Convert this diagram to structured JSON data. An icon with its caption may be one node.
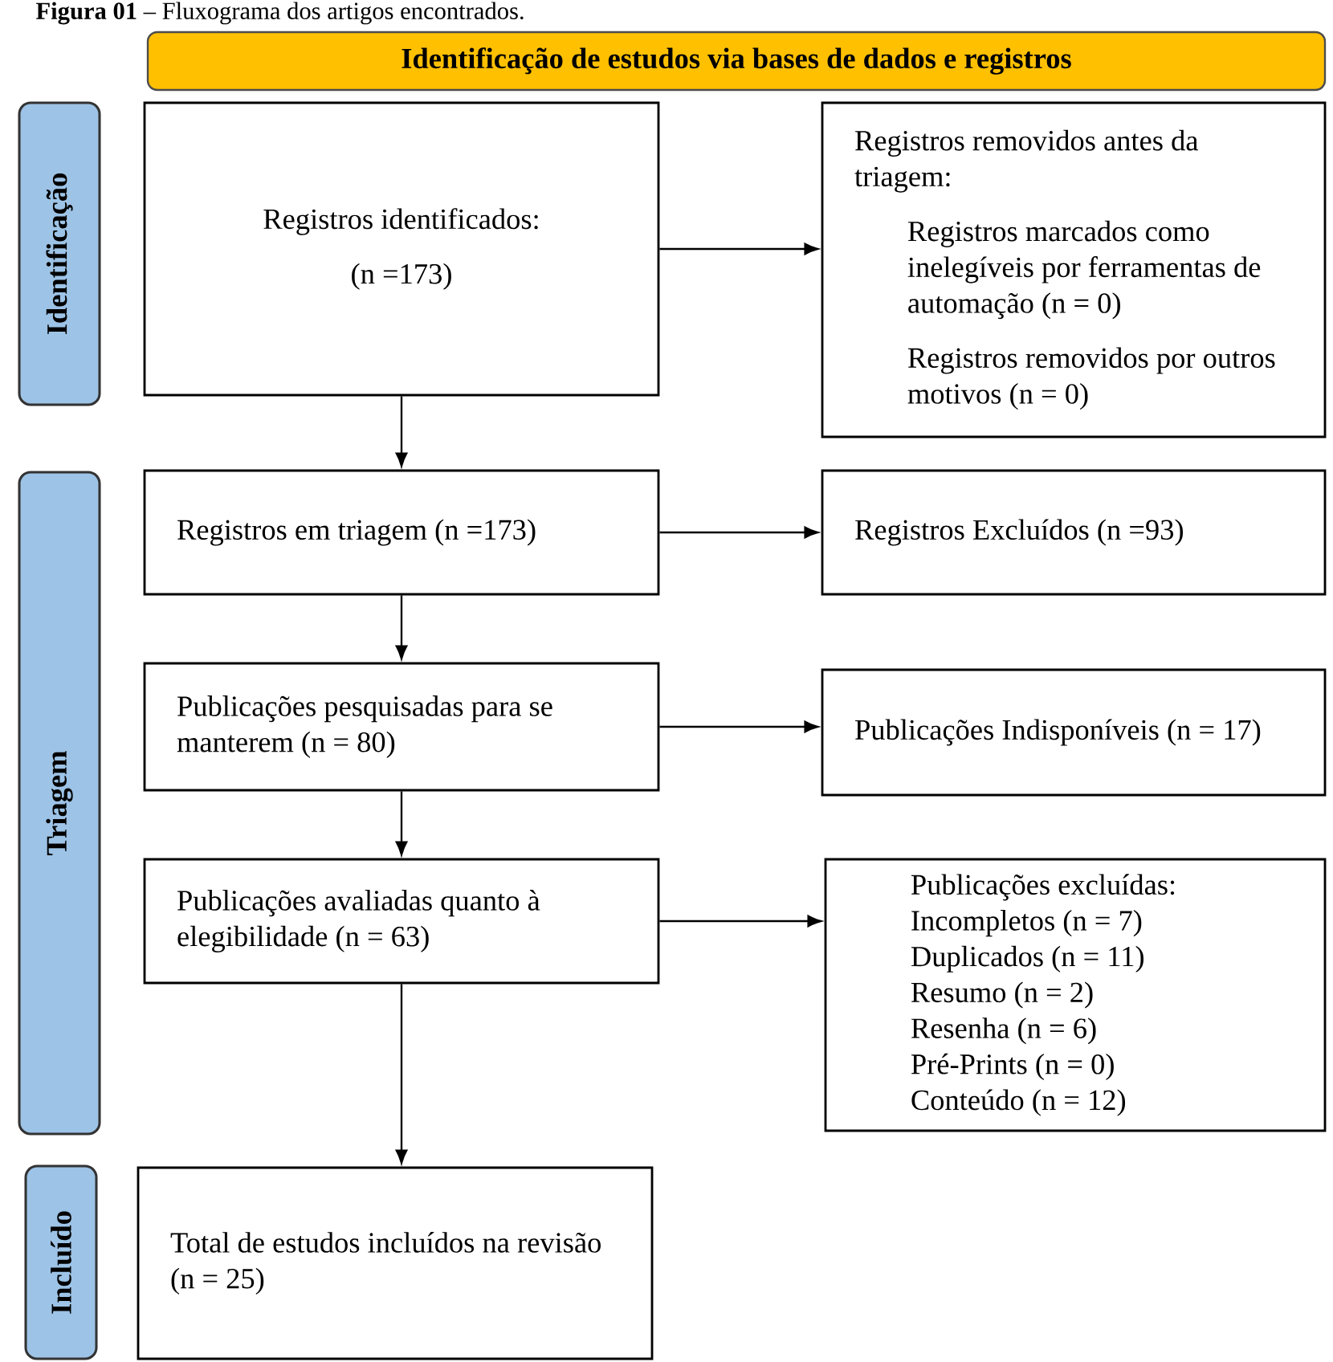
{
  "diagram": {
    "title": "**Figura 01** – Fluxograma dos artigos encontrados.",
    "nodes": [
      {
        "text": [
          "Identificação de estudos via bases de dados e registros"
        ]
      },
      {
        "text": [
          "Identificação"
        ]
      },
      {
        "text": [
          "Triagem"
        ]
      },
      {
        "text": [
          "Incluído"
        ]
      },
      {
        "text": [
          "Registros identificados:",
          "(n =173)"
        ]
      },
      {
        "text": [
          "Registros removidos antes da triagem:",
          "Registros marcados como inelegíveis por ferramentas de automação (n = 0)",
          "Registros removidos por outros motivos (n = 0)"
        ]
      },
      {
        "text": [
          "Registros em triagem (n =173)"
        ]
      },
      {
        "text": [
          "Registros Excluídos (n =93)"
        ]
      },
      {
        "text": [
          "Publicações pesquisadas para se manterem (n = 80)"
        ]
      },
      {
        "text": [
          "Publicações Indisponíveis (n = 17)"
        ]
      },
      {
        "text": [
          "Publicações avaliadas quanto à elegibilidade (n = 63)"
        ]
      },
      {
        "text": [
          "Publicações excluídas:",
          "Incompletos (n = 7)",
          "Duplicados (n = 11)",
          "Resumo (n = 2)",
          "Resenha (n = 6)",
          "Pré-Prints (n = 0)",
          "Conteúdo (n = 12)"
        ]
      },
      {
        "text": [
          "Total de estudos incluídos na revisão (n = 25)"
        ]
      }
    ],
    "edges": [
      {
        "from": 4,
        "to": 5,
        "arrow": "to"
      },
      {
        "from": 4,
        "to": 6,
        "arrow": "to"
      },
      {
        "from": 6,
        "to": 7,
        "arrow": "to"
      },
      {
        "from": 6,
        "to": 8,
        "arrow": "to"
      },
      {
        "from": 8,
        "to": 9,
        "arrow": "to"
      },
      {
        "from": 8,
        "to": 10,
        "arrow": "to"
      },
      {
        "from": 10,
        "to": 11,
        "arrow": "to"
      },
      {
        "from": 10,
        "to": 12,
        "arrow": "to"
      }
    ]
  }
}
